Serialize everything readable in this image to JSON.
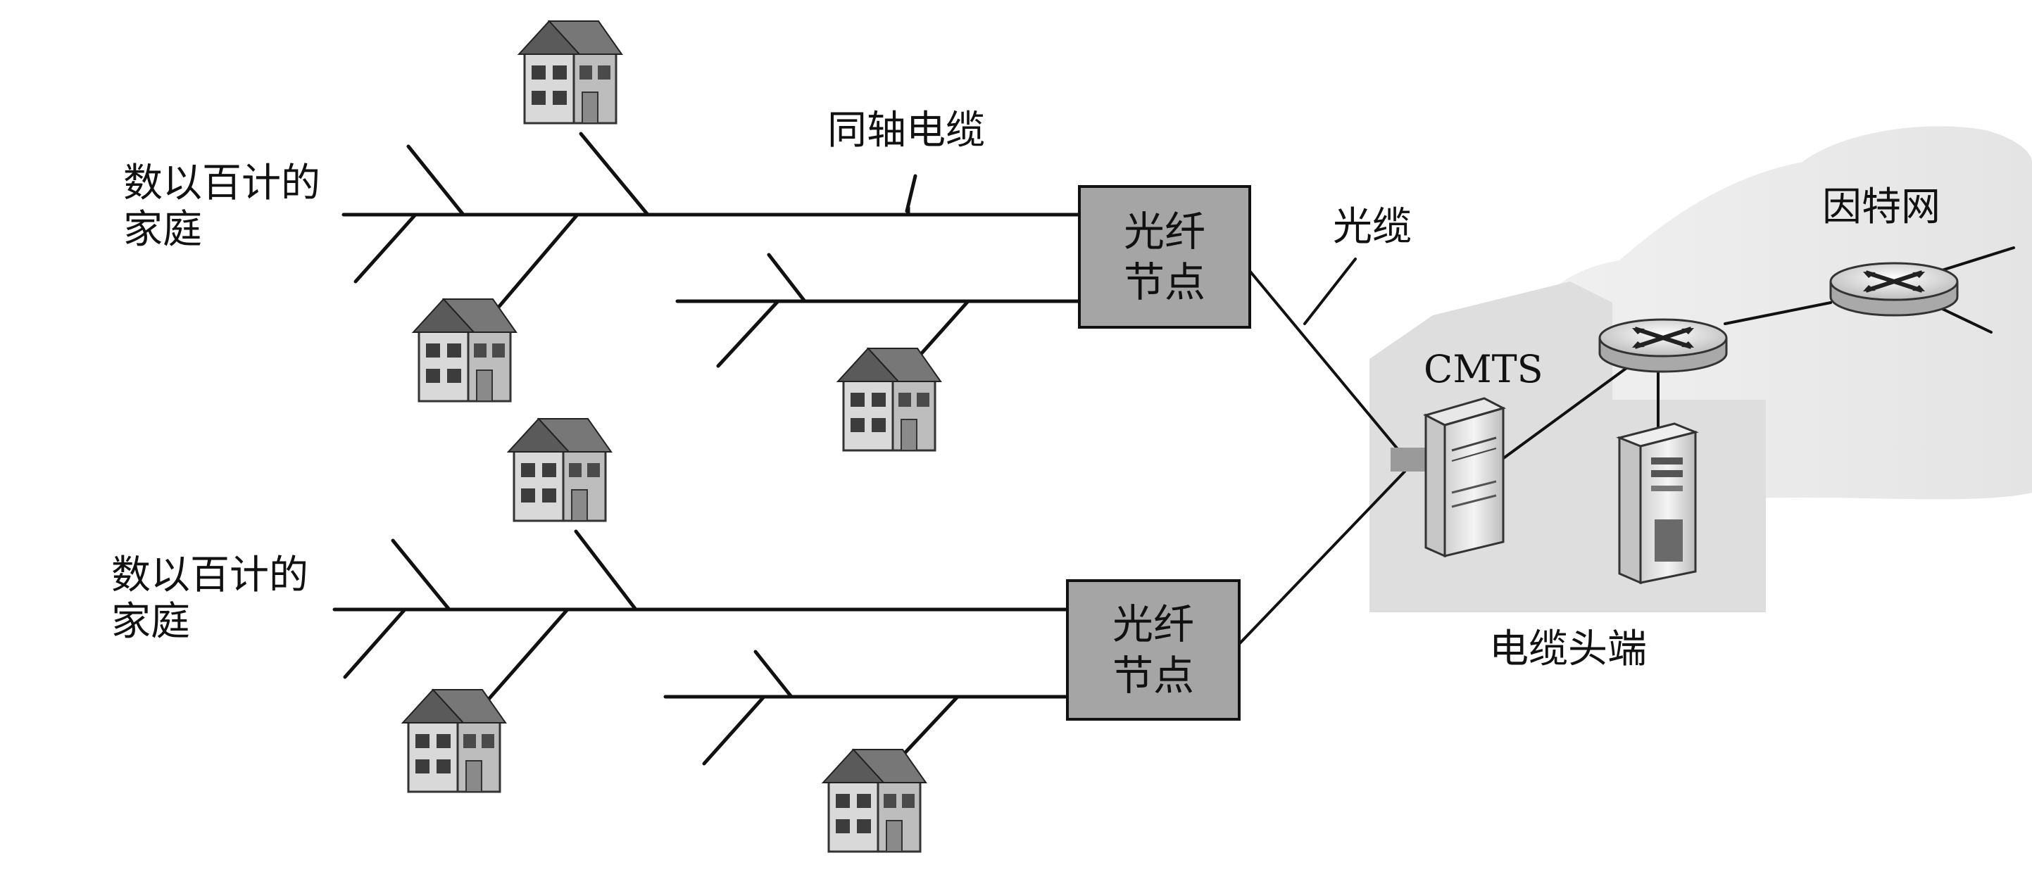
{
  "diagram": {
    "groups": [
      {
        "homes_label": "数以百计的\n家庭",
        "node_label": "光纤\n节点"
      },
      {
        "homes_label": "数以百计的\n家庭",
        "node_label": "光纤\n节点"
      }
    ],
    "coax_label": "同轴电缆",
    "fiber_label": "光缆",
    "cmts_label": "CMTS",
    "headend_label": "电缆头端",
    "internet_label": "因特网"
  }
}
